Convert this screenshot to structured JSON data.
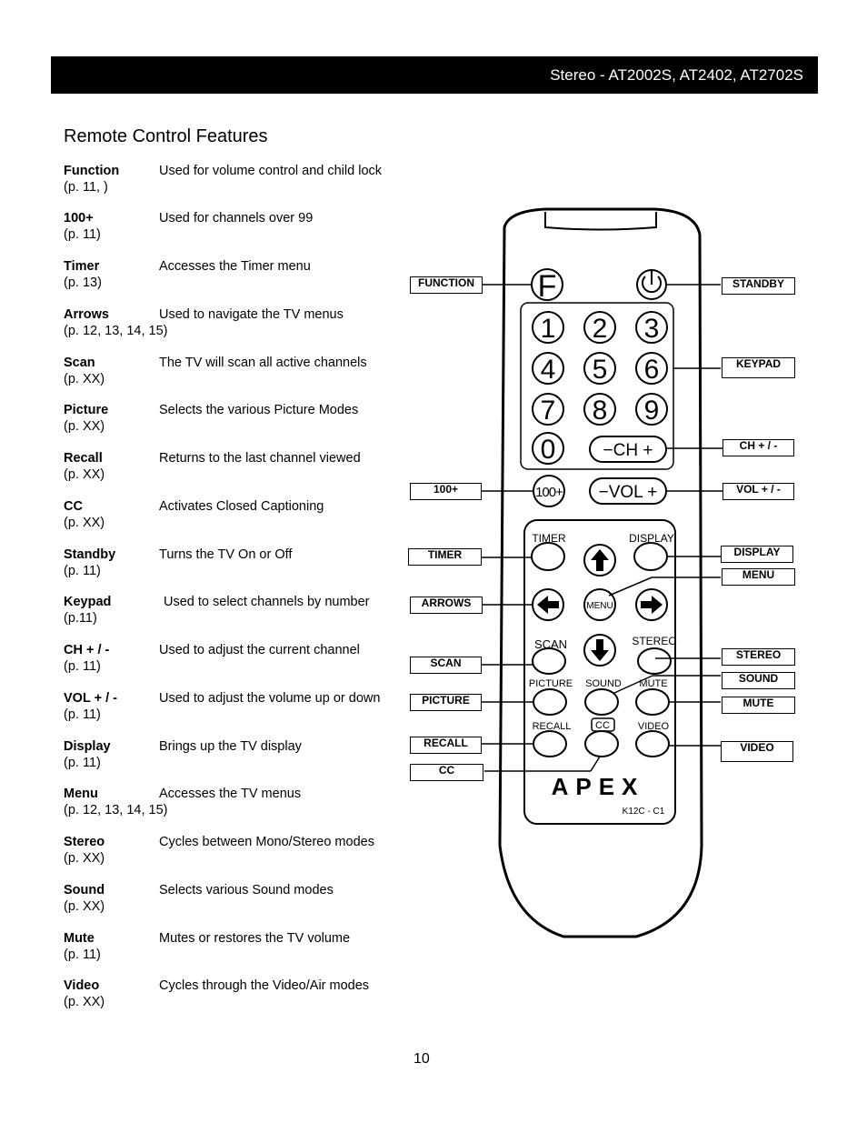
{
  "header": {
    "title": "Stereo -  AT2002S, AT2402, AT2702S"
  },
  "section_title": "Remote Control Features",
  "features": [
    {
      "name": "Function",
      "description": "Used for volume control and child lock",
      "page": "(p. 11, )"
    },
    {
      "name": "100+",
      "description": "Used for channels over 99",
      "page": "(p. 11)"
    },
    {
      "name": "Timer",
      "description": "Accesses the Timer menu",
      "page": "(p. 13)"
    },
    {
      "name": "Arrows",
      "description": "Used to navigate the TV menus",
      "page": "(p. 12, 13, 14, 15)"
    },
    {
      "name": "Scan",
      "description": "The TV will scan all active channels",
      "page": "(p. XX)"
    },
    {
      "name": "Picture",
      "description": "Selects the various Picture Modes",
      "page": "(p. XX)"
    },
    {
      "name": "Recall",
      "description": "Returns to the last channel viewed",
      "page": "(p. XX)"
    },
    {
      "name": "CC",
      "description": "Activates Closed Captioning",
      "page": "(p. XX)"
    },
    {
      "name": "Standby",
      "description": "Turns the TV On or Off",
      "page": "(p. 11)"
    },
    {
      "name": "Keypad",
      "description": "Used to select channels by number",
      "page": "(p.11)"
    },
    {
      "name": "CH  + / -",
      "description": "Used to adjust the current channel",
      "page": "(p. 11)"
    },
    {
      "name": "VOL + / -",
      "description": "Used to adjust the volume up or down",
      "page": "(p. 11)"
    },
    {
      "name": "Display",
      "description": "Brings up the TV display",
      "page": "(p. 11)"
    },
    {
      "name": "Menu",
      "description": "Accesses the TV menus",
      "page": "(p. 12, 13, 14, 15)"
    },
    {
      "name": "Stereo",
      "description": "Cycles between Mono/Stereo modes",
      "page": "(p. XX)"
    },
    {
      "name": "Sound",
      "description": "Selects various Sound modes",
      "page": "(p. XX)"
    },
    {
      "name": "Mute",
      "description": "Mutes or restores the TV volume",
      "page": "(p. 11)"
    },
    {
      "name": "Video",
      "description": "Cycles through the Video/Air modes",
      "page": "(p. XX)"
    }
  ],
  "remote": {
    "brand": "APEX",
    "model": "K12C - C1",
    "keys": {
      "function": "F",
      "digits": [
        "1",
        "2",
        "3",
        "4",
        "5",
        "6",
        "7",
        "8",
        "9",
        "0"
      ],
      "ch": "−CH +",
      "vol": "−VOL +",
      "hundred": "100+",
      "timer": "TIMER",
      "display": "DISPLAY",
      "menu": "MENU",
      "scan": "SCAN",
      "stereo": "STEREO",
      "picture": "PICTURE",
      "sound": "SOUND",
      "mute": "MUTE",
      "recall": "RECALL",
      "cc": "CC",
      "video": "VIDEO"
    }
  },
  "callouts": {
    "function": "FUNCTION",
    "standby": "STANDBY",
    "keypad": "KEYPAD",
    "ch": "CH + / -",
    "hundred": "100+",
    "vol": "VOL + / -",
    "timer": "TIMER",
    "display": "DISPLAY",
    "menu": "MENU",
    "arrows": "ARROWS",
    "scan": "SCAN",
    "stereo": "STEREO",
    "sound": "SOUND",
    "picture": "PICTURE",
    "mute": "MUTE",
    "recall": "RECALL",
    "video": "VIDEO",
    "cc": "CC"
  },
  "page_number": "10"
}
